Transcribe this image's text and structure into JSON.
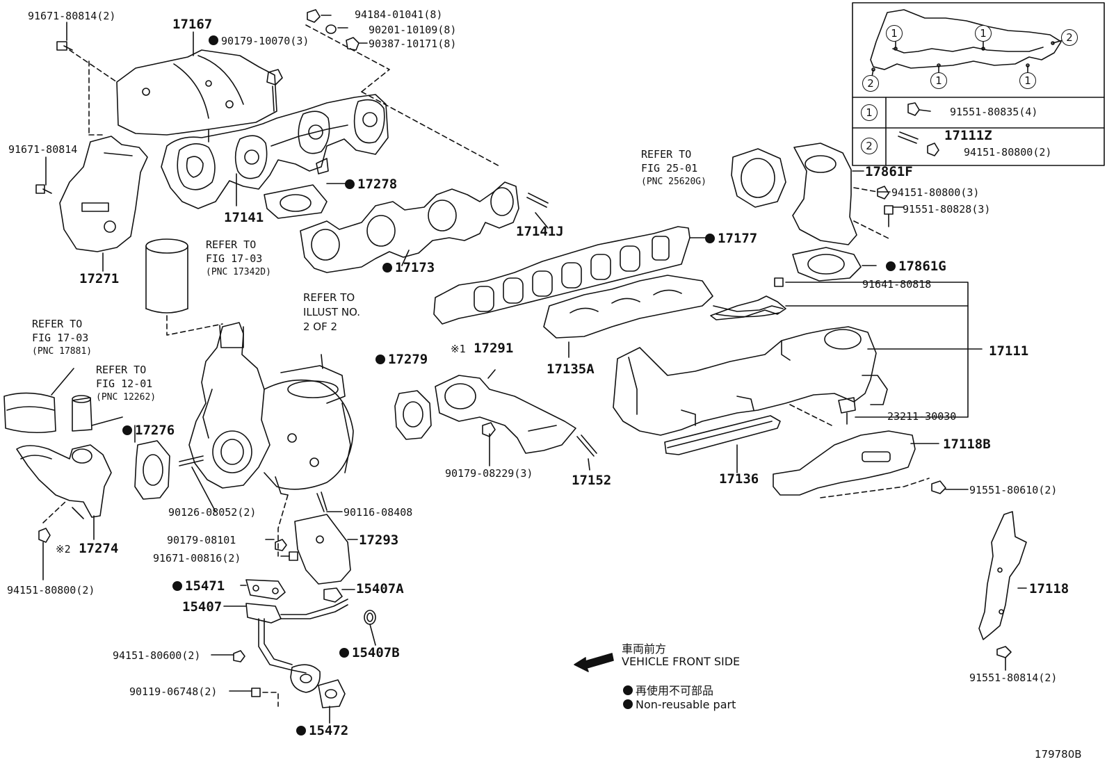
{
  "diagram_id": "179780B",
  "parts": {
    "p1": "91671-80814(2)",
    "p2": "17167",
    "p3": "90179-10070(3)",
    "p4": "94184-01041(8)",
    "p5": "90201-10109(8)",
    "p6": "90387-10171(8)",
    "p7": "91671-80814",
    "p8": "17278",
    "p9": "17141",
    "p10": "17141J",
    "p11": "17177",
    "p12": "17173",
    "p13": "17271",
    "p14": "17861F",
    "p15": "94151-80800(3)",
    "p16": "91551-80828(3)",
    "p17": "17861G",
    "p18": "91641-80818",
    "p19": "17111",
    "p20": "17135A",
    "p21": "17279",
    "p22": "17291",
    "p23": "17276",
    "p24": "23211-30030",
    "p25": "17118B",
    "p26": "90179-08229(3)",
    "p27": "17152",
    "p28": "17136",
    "p29": "91551-80610(2)",
    "p30": "90126-08052(2)",
    "p31": "90116-08408",
    "p32": "17274",
    "p33": "90179-08101",
    "p34": "17293",
    "p35": "91671-00816(2)",
    "p36": "94151-80800(2)",
    "p37": "15471",
    "p38": "15407A",
    "p39": "15407",
    "p40": "17118",
    "p41": "15407B",
    "p42": "94151-80600(2)",
    "p43": "90119-06748(2)",
    "p44": "15472",
    "p45": "91551-80814(2)"
  },
  "refs": {
    "r1": [
      "REFER TO",
      "FIG 17-03",
      "(PNC 17342D)"
    ],
    "r2": [
      "REFER TO",
      "FIG 17-03",
      "(PNC 17881)"
    ],
    "r3": [
      "REFER TO",
      "FIG 12-01",
      "(PNC 12262)"
    ],
    "r4": [
      "REFER TO",
      "ILLUST NO.",
      "2 OF 2"
    ],
    "r5": [
      "REFER TO",
      "FIG 25-01",
      "(PNC 25620G)"
    ]
  },
  "notes": {
    "mark1": "※1",
    "mark2": "※2"
  },
  "inset": {
    "row1_num": "1",
    "row1_part": "91551-80835(4)",
    "row2_num": "2",
    "row2_part_a": "17111Z",
    "row2_part_b": "94151-80800(2)",
    "callouts": [
      "1",
      "1",
      "2",
      "1",
      "1",
      "2"
    ]
  },
  "legend": {
    "front_jp": "車両前方",
    "front_en": "VEHICLE FRONT SIDE",
    "nonreuse_jp": "再使用不可部品",
    "nonreuse_en": "Non-reusable part"
  },
  "colors": {
    "ink": "#111111",
    "paper": "#ffffff"
  }
}
